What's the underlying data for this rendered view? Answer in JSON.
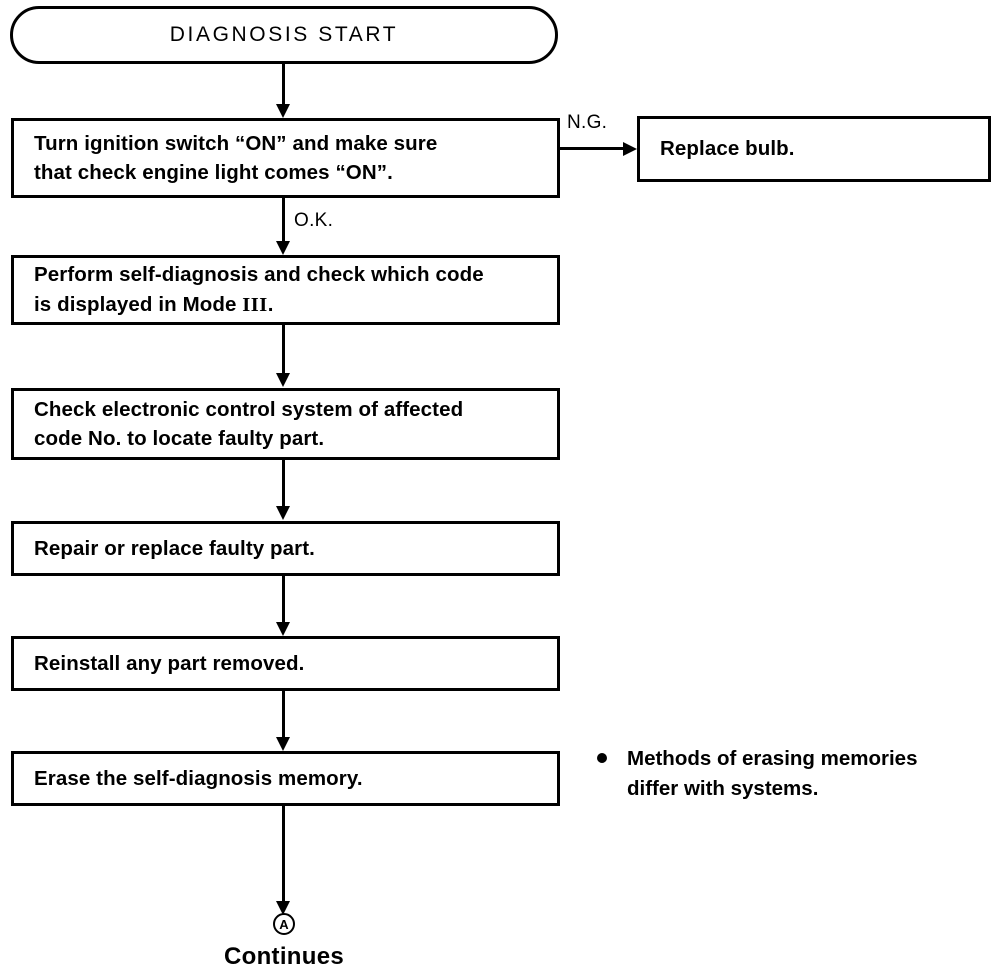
{
  "diagram": {
    "title": "Self-diagnosis flow chart",
    "line_color": "#000000",
    "background_color": "#ffffff",
    "nodes": [
      {
        "id": "start",
        "shape": "terminal",
        "text": "DIAGNOSIS START"
      },
      {
        "id": "step1",
        "shape": "process",
        "text": "Turn ignition switch “ON” and make sure\nthat check engine light comes “ON”."
      },
      {
        "id": "replace_bulb",
        "shape": "process",
        "text": "Replace bulb."
      },
      {
        "id": "step2",
        "shape": "process",
        "text_before": "Perform self-diagnosis and check which code\nis displayed in Mode ",
        "roman": "III",
        "text_after": "."
      },
      {
        "id": "step3",
        "shape": "process",
        "text": "Check electronic control system of affected\ncode No. to locate faulty part."
      },
      {
        "id": "step4",
        "shape": "process",
        "text": "Repair or replace faulty part."
      },
      {
        "id": "step5",
        "shape": "process",
        "text": "Reinstall any part removed."
      },
      {
        "id": "step6",
        "shape": "process",
        "text": "Erase the self-diagnosis memory."
      }
    ],
    "edge_labels": {
      "ng": "N.G.",
      "ok": "O.K."
    },
    "connector_ref": "A",
    "continues_label": "Continues",
    "note": {
      "bullet": "bullet-icon",
      "text": "Methods of erasing memories\ndiffer with systems."
    }
  }
}
